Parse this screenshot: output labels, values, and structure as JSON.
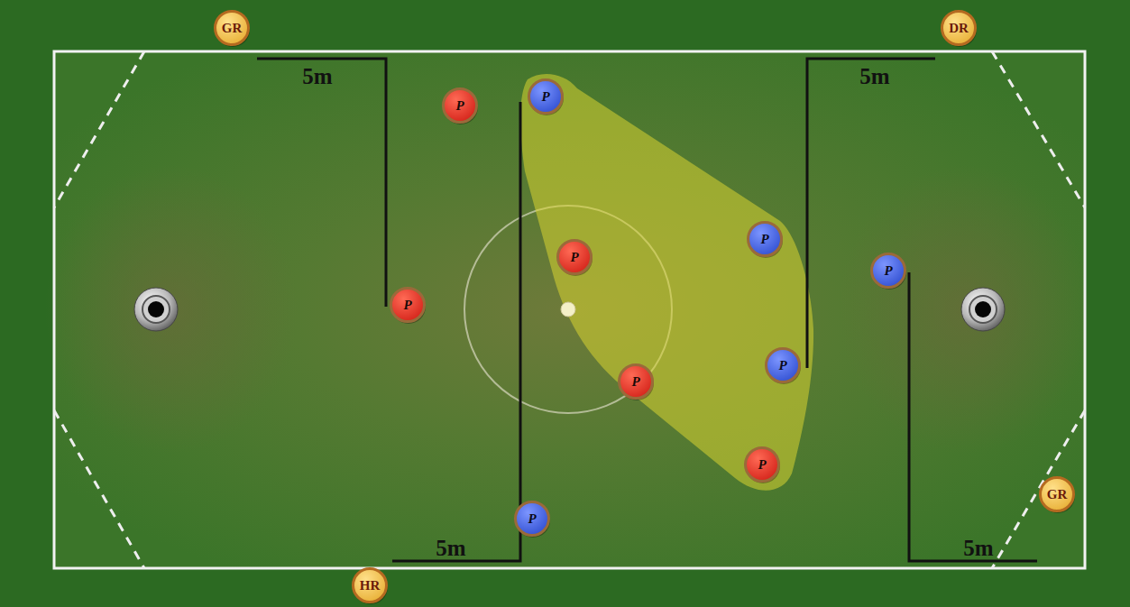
{
  "diagram": {
    "nodes": [
      {
        "text": [
          "GR"
        ]
      },
      {
        "text": [
          "DR"
        ]
      },
      {
        "text": [
          "P"
        ]
      },
      {
        "text": [
          "P"
        ]
      },
      {
        "text": [
          "P"
        ]
      },
      {
        "text": [
          "P"
        ]
      },
      {
        "text": [
          "P"
        ]
      },
      {
        "text": [
          "P"
        ]
      },
      {
        "text": [
          "P"
        ]
      },
      {
        "text": [
          "P"
        ]
      },
      {
        "text": [
          "P"
        ]
      },
      {
        "text": [
          "GR"
        ]
      },
      {
        "text": [
          "P"
        ]
      },
      {
        "text": [
          "HR"
        ]
      }
    ],
    "edges": [],
    "labels": [
      "5m",
      "5m",
      "5m",
      "5m"
    ]
  }
}
